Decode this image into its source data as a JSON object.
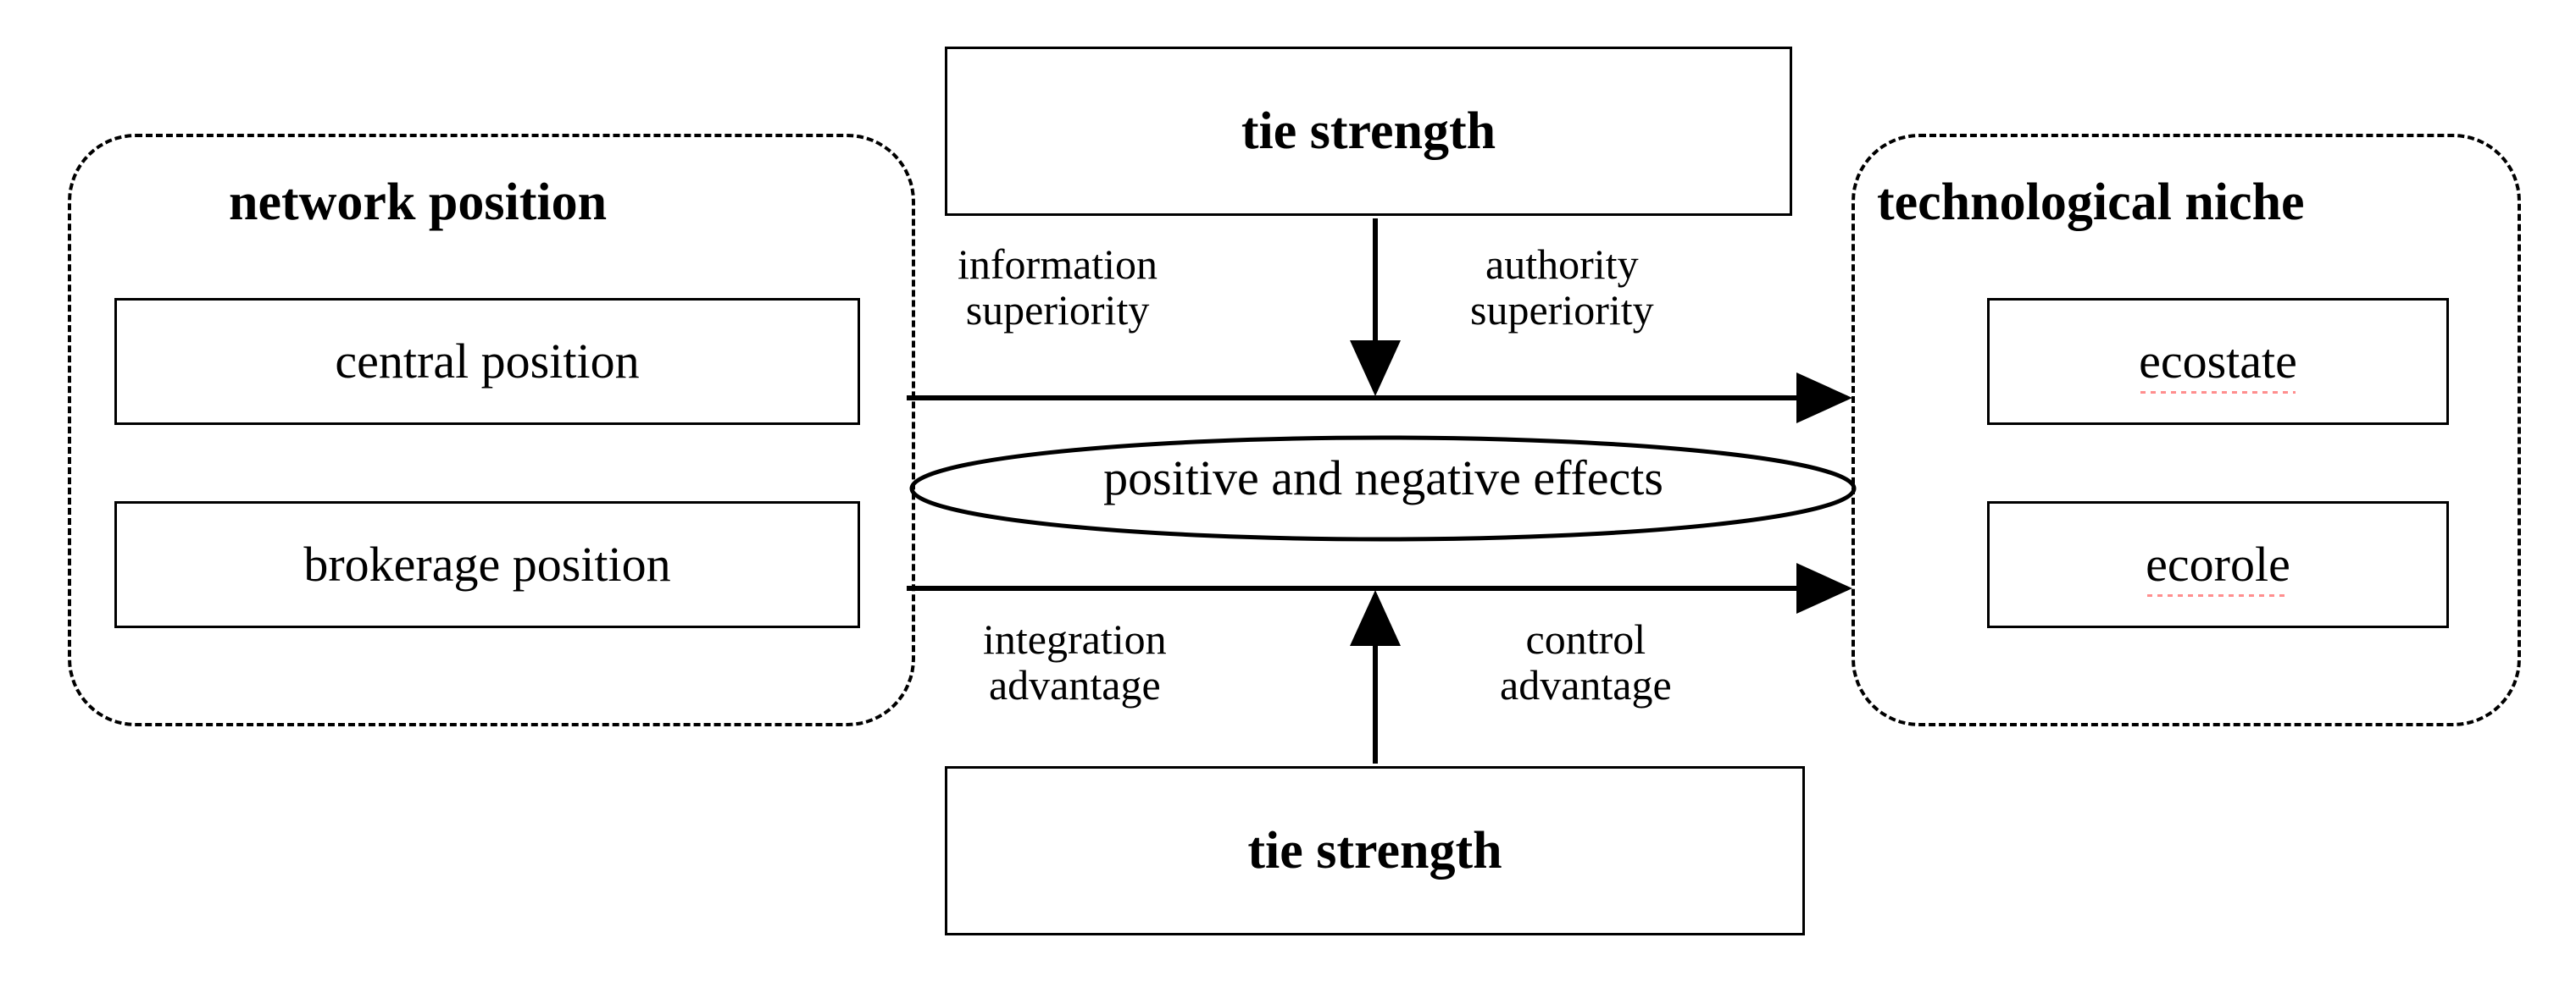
{
  "figure": {
    "type": "conceptual-model-diagram",
    "groups": [
      {
        "id": "network-position",
        "title": "network position",
        "items": [
          "central position",
          "brokerage position"
        ]
      },
      {
        "id": "technological-niche",
        "title": "technological niche",
        "items": [
          "ecostate",
          "ecorole"
        ]
      }
    ],
    "moderators": [
      {
        "id": "tie-strength-top",
        "label": "tie strength"
      },
      {
        "id": "tie-strength-bottom",
        "label": "tie strength"
      }
    ],
    "mediator": {
      "id": "positive-negative-effects",
      "label": "positive and negative effects"
    },
    "edge_labels": {
      "information_superiority": "information\nsuperiority",
      "information_superiority_line1": "information",
      "information_superiority_line2": "superiority",
      "authority_superiority_line1": "authority",
      "authority_superiority_line2": "superiority",
      "integration_advantage_line1": "integration",
      "integration_advantage_line2": "advantage",
      "control_advantage_line1": "control",
      "control_advantage_line2": "advantage"
    },
    "colors": {
      "stroke": "#000000",
      "background": "#ffffff",
      "spellcheck_underline": "#ff8282"
    }
  }
}
